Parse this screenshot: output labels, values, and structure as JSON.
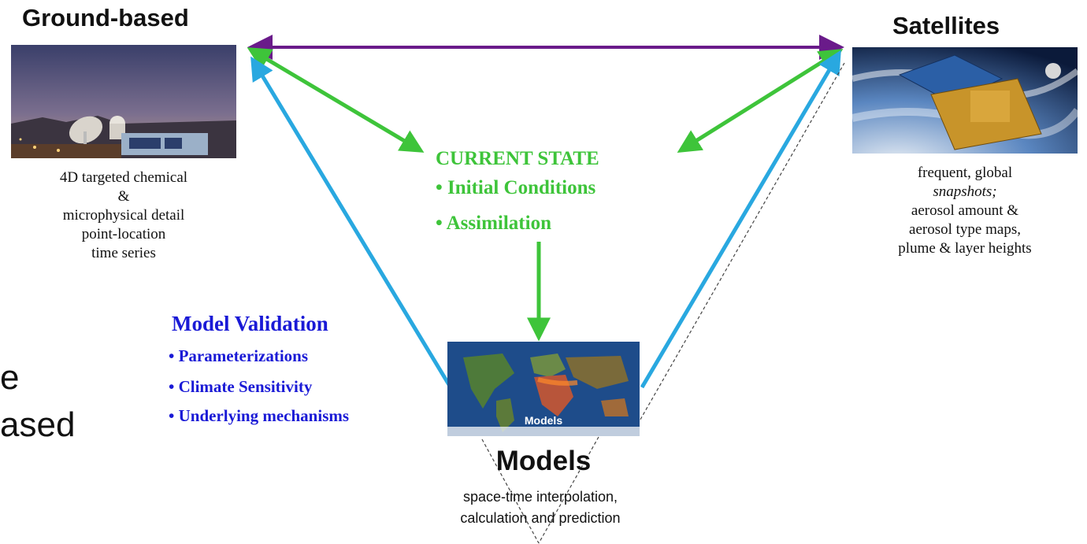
{
  "ground": {
    "title": "Ground-based",
    "lines": [
      "4D targeted chemical",
      "&",
      "microphysical detail",
      "point-location",
      "time series"
    ]
  },
  "satellites": {
    "title": "Satellites",
    "lines": [
      "frequent, global",
      "snapshots;",
      "aerosol amount &",
      "aerosol type maps,",
      "plume & layer heights"
    ]
  },
  "current_state": {
    "title": "CURRENT STATE",
    "items": [
      "• Initial Conditions",
      "• Assimilation"
    ]
  },
  "model_validation": {
    "title": "Model Validation",
    "items": [
      "• Parameterizations",
      "• Climate Sensitivity",
      "• Underlying mechanisms"
    ]
  },
  "models": {
    "image_label": "Models",
    "title": "Models",
    "lines": [
      "space-time interpolation,",
      "calculation and prediction"
    ]
  },
  "left_fragments": [
    "e",
    "ased"
  ],
  "colors": {
    "purple_arrow": "#6a1b8a",
    "green_arrow": "#3ec43a",
    "blue_arrow": "#29a8e0",
    "current_state_text": "#3ec43a",
    "validation_text": "#1a1ad6"
  }
}
